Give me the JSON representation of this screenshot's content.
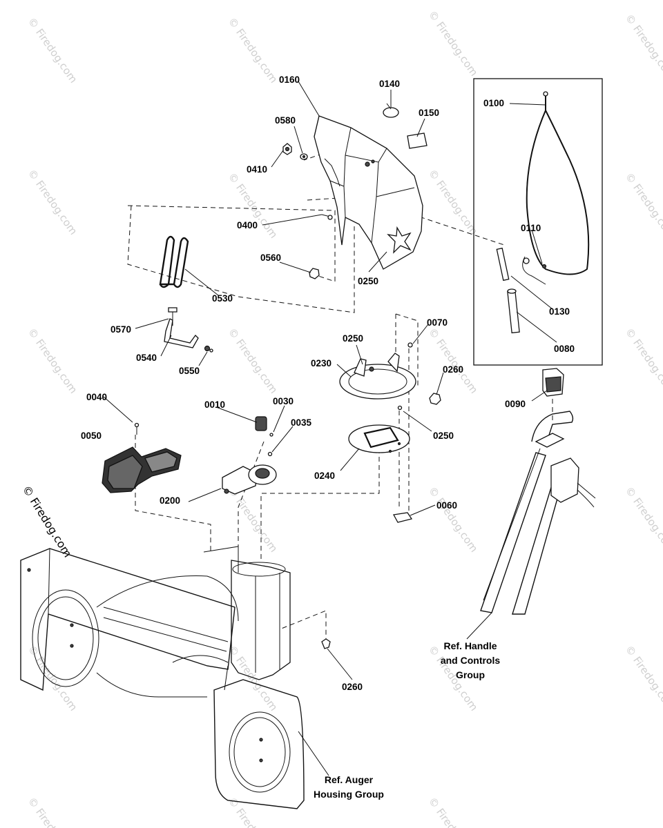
{
  "watermark": "© Firedog.com",
  "copyright_mark": "© Firedog.com",
  "part_labels": {
    "p0160": "0160",
    "p0140": "0140",
    "p0150": "0150",
    "p0580": "0580",
    "p0410": "0410",
    "p0400": "0400",
    "p0560": "0560",
    "p0250a": "0250",
    "p0530": "0530",
    "p0570": "0570",
    "p0540": "0540",
    "p0550": "0550",
    "p0100": "0100",
    "p0110": "0110",
    "p0130": "0130",
    "p0080": "0080",
    "p0070": "0070",
    "p0250b": "0250",
    "p0230": "0230",
    "p0260a": "0260",
    "p0250c": "0250",
    "p0240": "0240",
    "p0060": "0060",
    "p0040": "0040",
    "p0050": "0050",
    "p0010": "0010",
    "p0030": "0030",
    "p0035": "0035",
    "p0200": "0200",
    "p0090": "0090",
    "p0260b": "0260"
  },
  "references": {
    "handle_line1": "Ref. Handle",
    "handle_line2": "and Controls",
    "handle_line3": "Group",
    "auger_line1": "Ref. Auger",
    "auger_line2": "Housing Group"
  }
}
